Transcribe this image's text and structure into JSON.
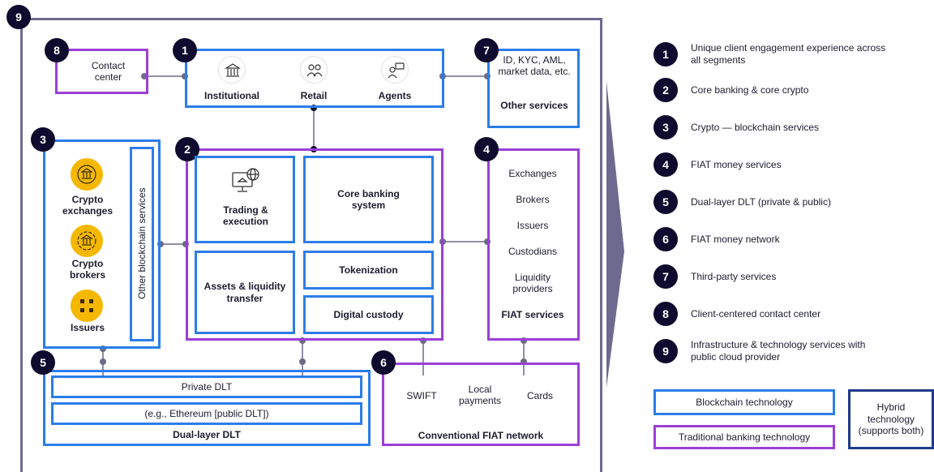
{
  "diagram": {
    "node1": {
      "badge": "1",
      "items": [
        "Institutional",
        "Retail",
        "Agents"
      ]
    },
    "node2": {
      "badge": "2",
      "trading": "Trading & execution",
      "core": "Core banking system",
      "assets": "Assets & liquidity transfer",
      "tokenization": "Tokenization",
      "custody": "Digital custody"
    },
    "node3": {
      "badge": "3",
      "items": [
        "Crypto exchanges",
        "Crypto brokers",
        "Issuers"
      ],
      "vertical": "Other blockchain services"
    },
    "node4": {
      "badge": "4",
      "items": [
        "Exchanges",
        "Brokers",
        "Issuers",
        "Custodians",
        "Liquidity providers"
      ],
      "title": "FIAT services"
    },
    "node5": {
      "badge": "5",
      "private": "Private DLT",
      "public": "(e.g., Ethereum [public DLT])",
      "title": "Dual-layer DLT"
    },
    "node6": {
      "badge": "6",
      "items": [
        "SWIFT",
        "Local payments",
        "Cards"
      ],
      "title": "Conventional FIAT network"
    },
    "node7": {
      "badge": "7",
      "text": "ID, KYC, AML, market data, etc.",
      "title": "Other services"
    },
    "node8": {
      "badge": "8",
      "text": "Contact center"
    },
    "node9": {
      "badge": "9"
    }
  },
  "legend": {
    "items": [
      {
        "num": "1",
        "text": "Unique client engagement experience across all segments"
      },
      {
        "num": "2",
        "text": "Core banking & core crypto"
      },
      {
        "num": "3",
        "text": "Crypto — blockchain services"
      },
      {
        "num": "4",
        "text": "FIAT money services"
      },
      {
        "num": "5",
        "text": "Dual-layer DLT (private & public)"
      },
      {
        "num": "6",
        "text": "FIAT money network"
      },
      {
        "num": "7",
        "text": "Third-party services"
      },
      {
        "num": "8",
        "text": "Client-centered contact center"
      },
      {
        "num": "9",
        "text": "Infrastructure & technology services with public cloud provider"
      }
    ],
    "blockchain": "Blockchain technology",
    "traditional": "Traditional banking technology",
    "hybrid": "Hybrid technology (supports both)"
  },
  "colors": {
    "blockchain": "#2b7de9",
    "traditional": "#9b3fd6",
    "hybrid": "#1e3a8a",
    "badge": "#0f0b2e",
    "connector": "#6b6b86",
    "crypto_icon": "#f5b800",
    "arrow": "#6e6a8f"
  }
}
